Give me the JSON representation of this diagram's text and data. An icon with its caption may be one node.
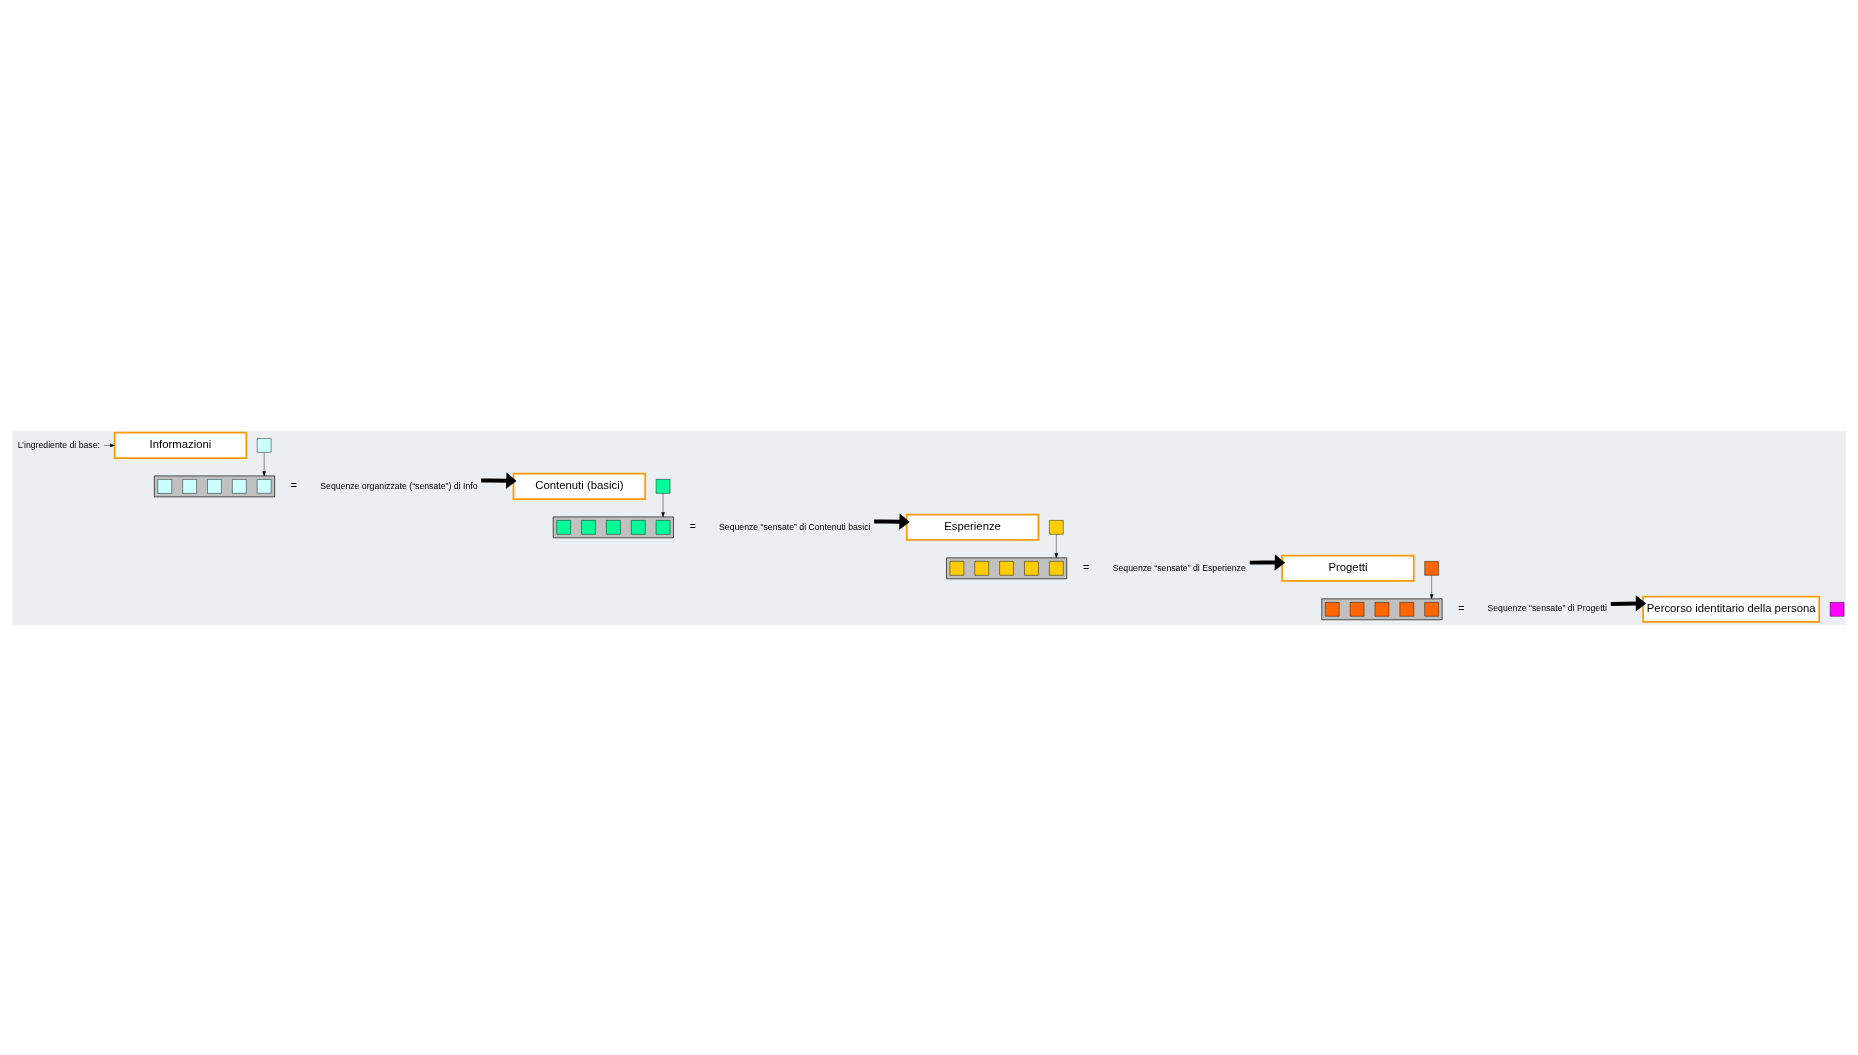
{
  "diagram": {
    "nodes": [
      {
        "text": [
          "L’ingrediente di base:"
        ]
      },
      {
        "text": [
          "Informazioni"
        ]
      },
      {
        "text": [],
        "shape": "box"
      },
      {
        "text": [],
        "shape": "box"
      },
      {
        "text": [],
        "shape": "box",
        "in": 3
      },
      {
        "text": [],
        "shape": "box",
        "in": 3
      },
      {
        "text": [],
        "shape": "box",
        "in": 3
      },
      {
        "text": [],
        "shape": "box",
        "in": 3
      },
      {
        "text": [],
        "shape": "box",
        "in": 3
      },
      {
        "text": [
          "Sequenze organizzate (“sensate”) di Info"
        ]
      },
      {
        "text": [
          "Contenuti (basici)"
        ]
      },
      {
        "text": [],
        "shape": "box"
      },
      {
        "text": [],
        "shape": "box"
      },
      {
        "text": [],
        "shape": "box",
        "in": 12
      },
      {
        "text": [],
        "shape": "box",
        "in": 12
      },
      {
        "text": [],
        "shape": "box",
        "in": 12
      },
      {
        "text": [],
        "shape": "box",
        "in": 12
      },
      {
        "text": [],
        "shape": "box",
        "in": 12
      },
      {
        "text": [
          "Sequenze “sensate” di Contenuti basici"
        ]
      },
      {
        "text": [
          "Esperienze"
        ]
      },
      {
        "text": [],
        "shape": "box"
      },
      {
        "text": [],
        "shape": "box"
      },
      {
        "text": [],
        "shape": "box",
        "in": 21
      },
      {
        "text": [],
        "shape": "box",
        "in": 21
      },
      {
        "text": [],
        "shape": "box",
        "in": 21
      },
      {
        "text": [],
        "shape": "box",
        "in": 21
      },
      {
        "text": [],
        "shape": "box",
        "in": 21
      },
      {
        "text": [
          "Sequenze “sensate” di Esperienze"
        ]
      },
      {
        "text": [
          "Progetti"
        ]
      },
      {
        "text": [],
        "shape": "box"
      },
      {
        "text": [],
        "shape": "box"
      },
      {
        "text": [],
        "shape": "box",
        "in": 30
      },
      {
        "text": [],
        "shape": "box",
        "in": 30
      },
      {
        "text": [],
        "shape": "box",
        "in": 30
      },
      {
        "text": [],
        "shape": "box",
        "in": 30
      },
      {
        "text": [],
        "shape": "box",
        "in": 30
      },
      {
        "text": [
          "Sequenze “sensate” di Progetti"
        ]
      },
      {
        "text": [
          "Percorso identitario della persona"
        ]
      },
      {
        "text": [],
        "shape": "box"
      }
    ],
    "edges": [
      {
        "from": 0,
        "to": 1,
        "arrow": "to"
      },
      {
        "from": 2,
        "to": 3,
        "arrow": "to"
      },
      {
        "from": 9,
        "to": 10,
        "arrow": "to",
        "style": "thick"
      },
      {
        "from": 11,
        "to": 12,
        "arrow": "to"
      },
      {
        "from": 18,
        "to": 19,
        "arrow": "to",
        "style": "thick"
      },
      {
        "from": 20,
        "to": 21,
        "arrow": "to"
      },
      {
        "from": 27,
        "to": 28,
        "arrow": "to",
        "style": "thick"
      },
      {
        "from": 29,
        "to": 30,
        "arrow": "to"
      },
      {
        "from": 36,
        "to": 37,
        "arrow": "to",
        "style": "thick"
      }
    ],
    "labels": [
      "=",
      "=",
      "=",
      "="
    ]
  }
}
